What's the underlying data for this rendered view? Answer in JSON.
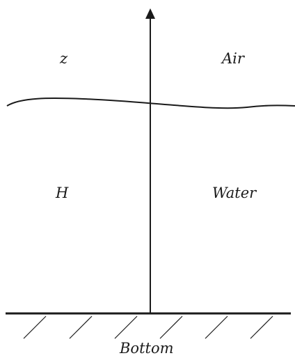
{
  "labels": {
    "axis": "z",
    "air": "Air",
    "depth": "H",
    "water": "Water",
    "bottom": "Bottom"
  },
  "colors": {
    "ink": "#1a1a1a",
    "background": "#ffffff"
  }
}
